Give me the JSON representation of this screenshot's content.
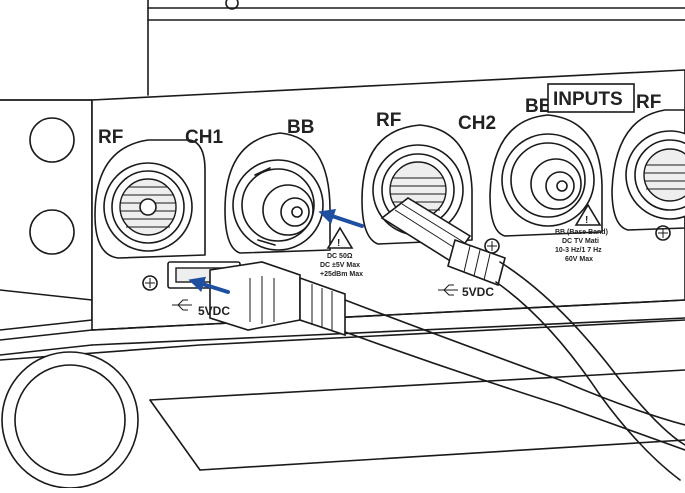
{
  "labels": {
    "rf1": "RF",
    "ch1": "CH1",
    "bb1": "BB",
    "rf2": "RF",
    "ch2": "CH2",
    "bb2": "BB",
    "inputs": "INPUTS",
    "rf3": "RF",
    "usb1": "5VDC",
    "usb2": "5VDC"
  },
  "warning1": {
    "line1": "DC 50Ω",
    "line2": "DC ±5V Max",
    "line3": "+25dBm Max"
  },
  "warning2": {
    "line1": "BB (Base Band)",
    "line2": "DC TV Mati",
    "line3": "10-3 Hz/1 7 Hz",
    "line4": "60V Max"
  },
  "colors": {
    "arrow": "#1f4fa0",
    "line": "#1a1a1a"
  },
  "icons": [
    "usb-icon",
    "ground-screw-icon",
    "warning-triangle-icon"
  ]
}
